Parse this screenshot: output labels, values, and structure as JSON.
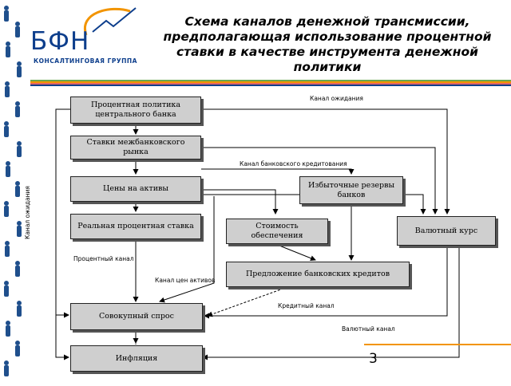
{
  "header": {
    "logo_text": "БФН",
    "logo_subtitle": "КОНСАЛТИНГОВАЯ ГРУППА",
    "title": "Схема каналов денежной трансмиссии, предполагающая использование процентной ставки в качестве инструмента денежной политики"
  },
  "boxes": {
    "policy": "Процентная политика центрального банка",
    "interbank": "Ставки межбанковского рынка",
    "asset_prices": "Цены на активы",
    "excess_reserves": "Избыточные резервы банков",
    "real_rate": "Реальная процентная ставка",
    "collateral": "Стоимость обеспечения",
    "fx_rate": "Валютный курс",
    "credit_supply": "Предложение банковских кредитов",
    "aggregate_demand": "Совокупный спрос",
    "inflation": "Инфляция"
  },
  "labels": {
    "expectations_top": "Канал ожидания",
    "bank_lending": "Канал банковского кредитования",
    "expectations_side": "Канал ожидания",
    "interest_channel": "Процентный канал",
    "asset_price_channel": "Канал цен активов",
    "credit_channel": "Кредитный канал",
    "fx_channel": "Валютный канал"
  },
  "page_number": "3",
  "colors": {
    "brand_blue": "#0d3e8c",
    "accent_orange": "#f29400",
    "box_fill": "#cfcfcf"
  }
}
